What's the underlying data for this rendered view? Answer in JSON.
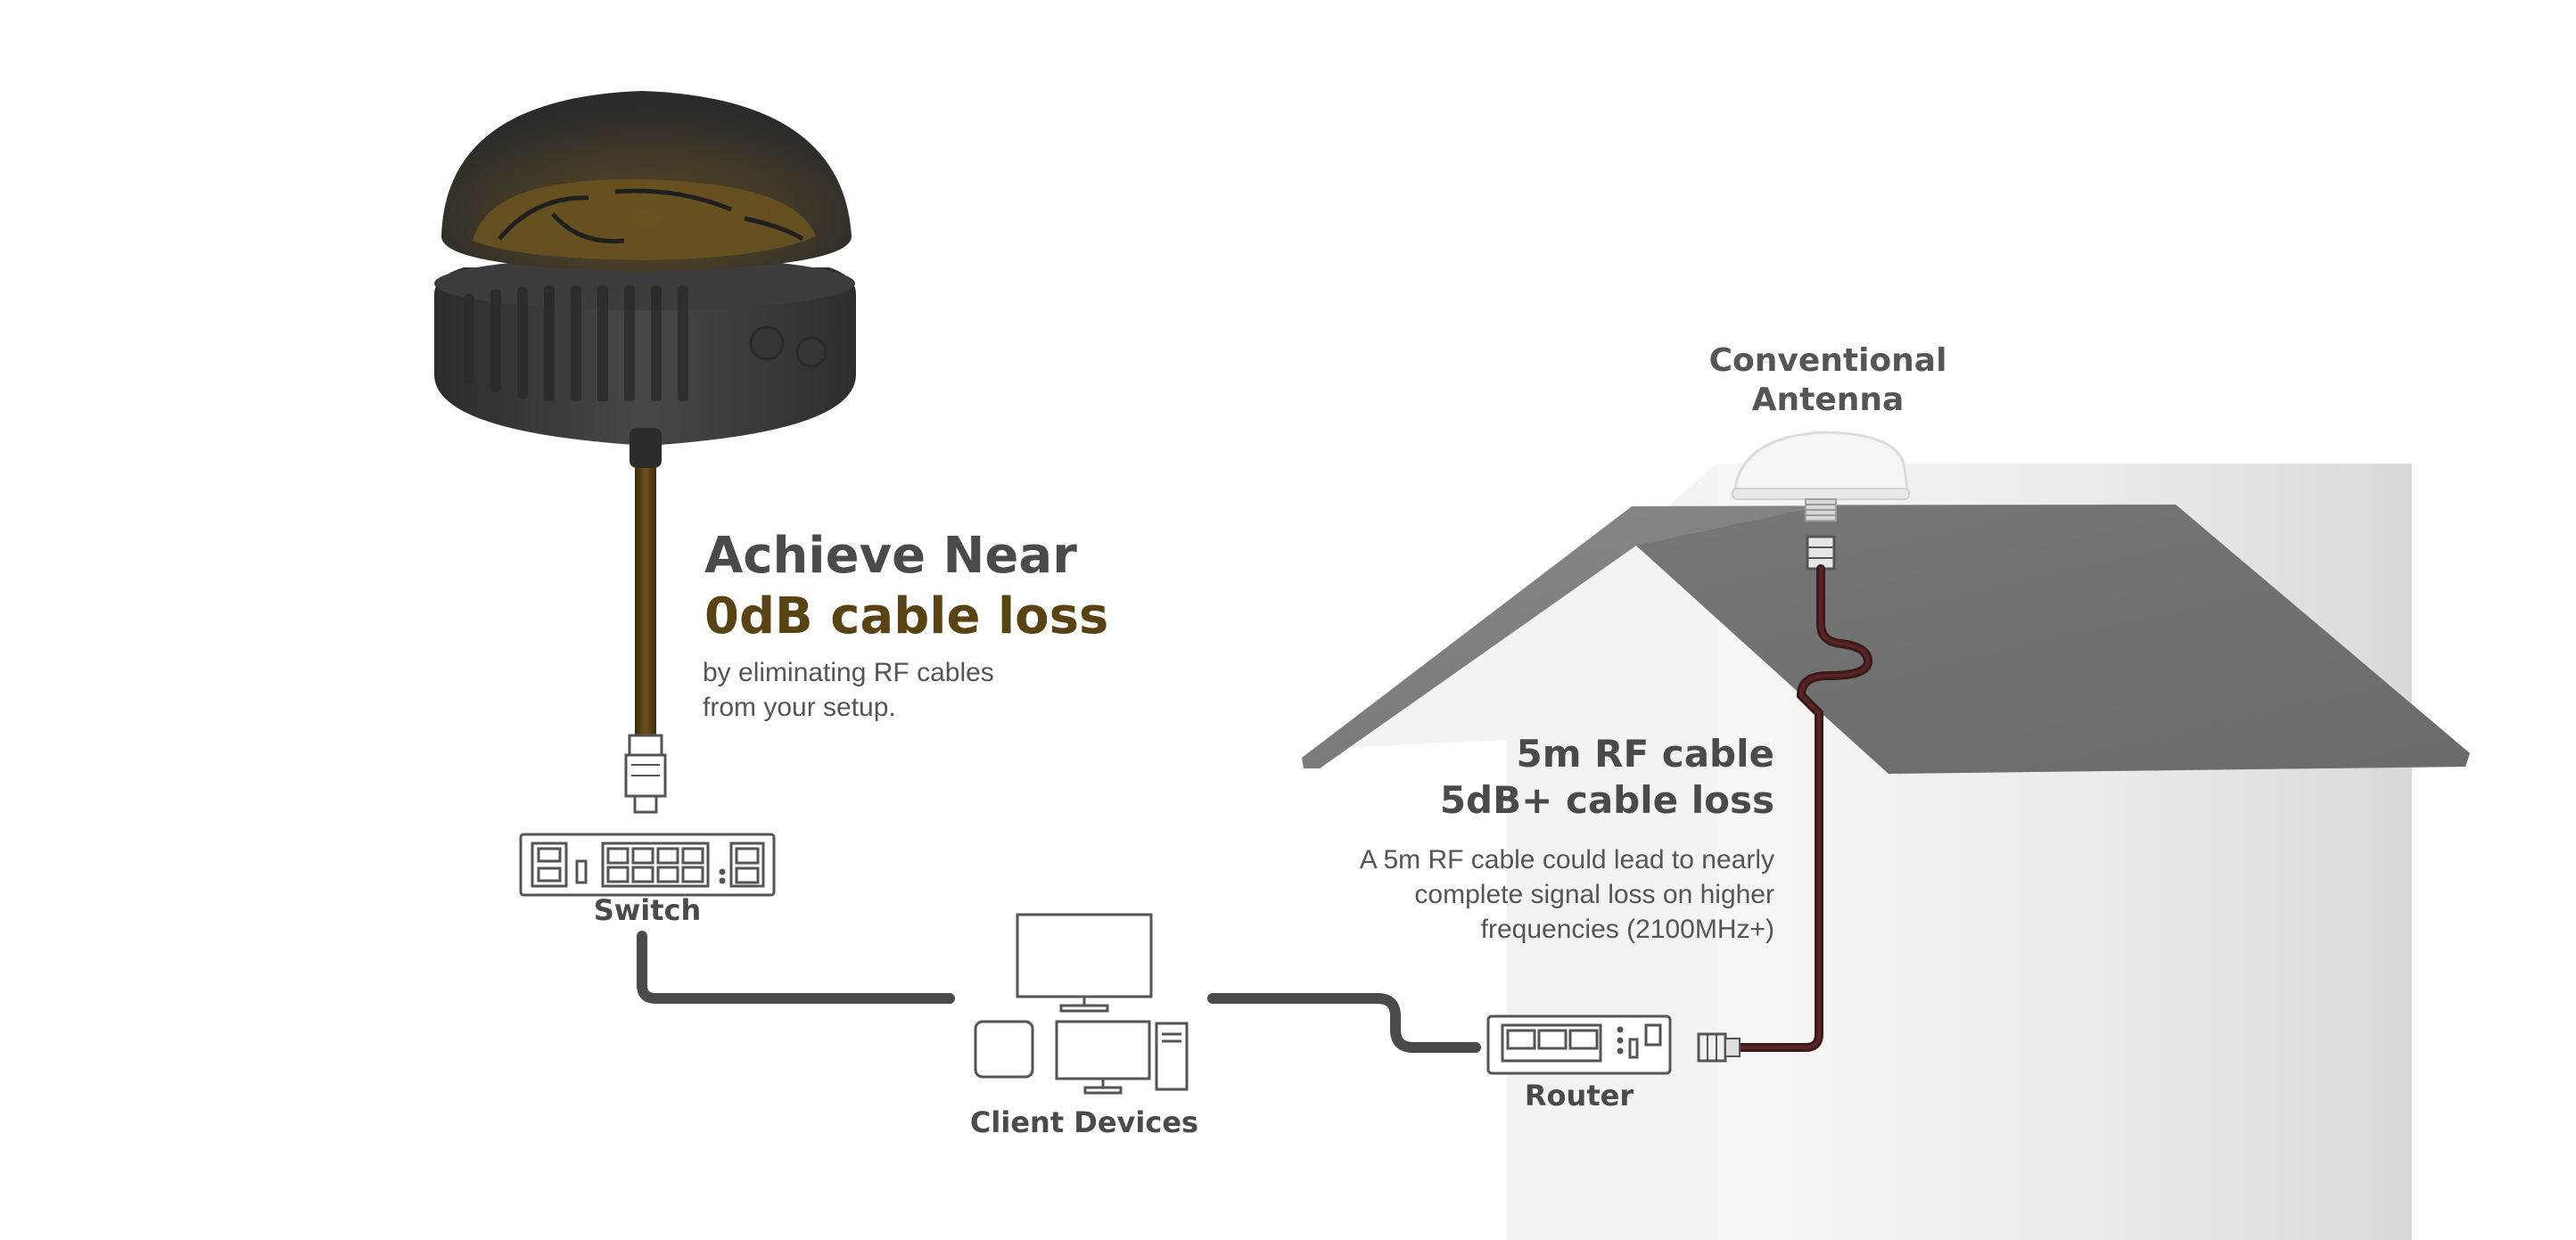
{
  "colors": {
    "dark_text": "#4a4a4a",
    "accent_brown": "#5a4312",
    "rf_cable": "#3a1a1a",
    "ethernet_cable": "#4a4a4a",
    "roof": "#777777"
  },
  "headline": {
    "line1": "Achieve Near",
    "line2": "0dB cable loss",
    "sub_line1": "by eliminating RF cables",
    "sub_line2": "from your setup."
  },
  "rf_info": {
    "line1": "5m RF cable",
    "line2": "5dB+ cable loss",
    "sub_line1": "A 5m RF cable could lead to nearly",
    "sub_line2": "complete signal loss on higher",
    "sub_line3": "frequencies (2100MHz+)"
  },
  "labels": {
    "antenna_line1": "Conventional",
    "antenna_line2": "Antenna",
    "switch": "Switch",
    "client_devices": "Client Devices",
    "router": "Router"
  },
  "icons": [
    "dome-antenna-icon",
    "conventional-antenna-icon",
    "house-icon",
    "switch-icon",
    "monitor-icon",
    "laptop-icon",
    "tower-pc-icon",
    "tablet-icon",
    "router-icon",
    "ethernet-plug-icon",
    "sma-connector-icon"
  ]
}
